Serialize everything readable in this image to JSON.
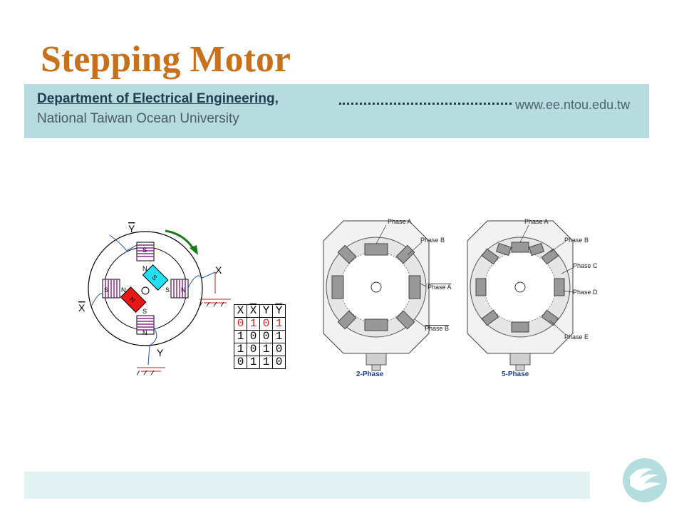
{
  "slide": {
    "title": "Stepping Motor",
    "department": "Department of Electrical Engineering,",
    "university": "National Taiwan Ocean University",
    "url": "www.ee.ntou.edu.tw",
    "colors": {
      "title": "#c8711c",
      "header_band": "#b6dcdf",
      "footer_band": "#e2f2f3",
      "logo": "#b4dde0"
    }
  },
  "motor": {
    "labels": {
      "y_bar": "Y",
      "y": "Y",
      "x": "X",
      "x_bar": "X",
      "s": "S",
      "n": "N"
    },
    "rotor": {
      "s": "S",
      "n": "N"
    }
  },
  "truth_table": {
    "headers": [
      "X",
      "X",
      "Y",
      "Y"
    ],
    "header_overline": [
      false,
      true,
      false,
      true
    ],
    "rows": [
      [
        "0",
        "1",
        "0",
        "1"
      ],
      [
        "1",
        "0",
        "0",
        "1"
      ],
      [
        "1",
        "0",
        "1",
        "0"
      ],
      [
        "0",
        "1",
        "1",
        "0"
      ]
    ]
  },
  "phase_figure": {
    "left": {
      "caption": "2-Phase",
      "labels": [
        "Phase A",
        "Phase B",
        "Phase A",
        "Phase B"
      ]
    },
    "right": {
      "caption": "5-Phase",
      "labels": [
        "Phase A",
        "Phase B",
        "Phase C",
        "Phase D",
        "Phase E"
      ]
    }
  }
}
